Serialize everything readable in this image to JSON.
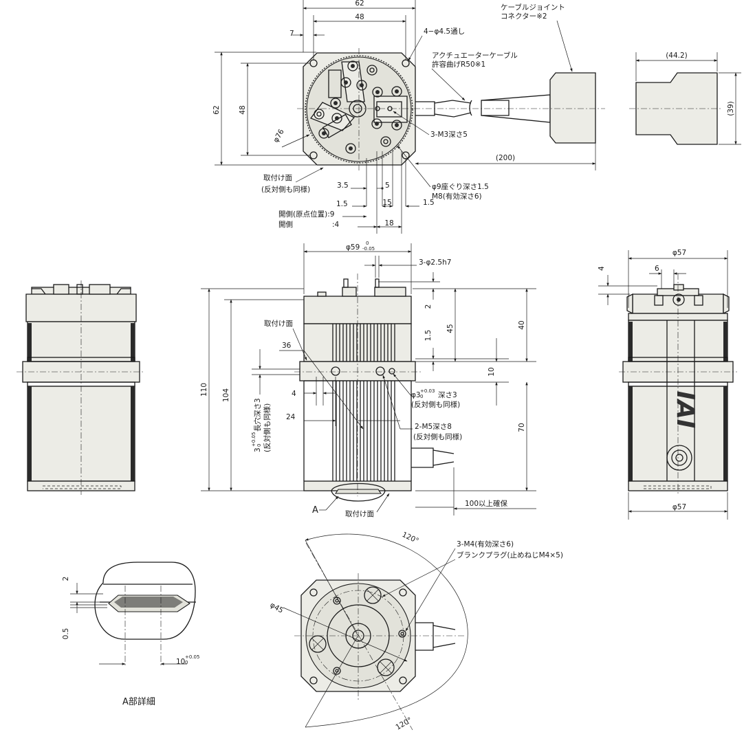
{
  "labels": {
    "d62_top": "62",
    "d48_top": "48",
    "d7": "7",
    "holes_4": "4−φ4.5通し",
    "cable_joint_l1": "ケーブルジョイント",
    "cable_joint_l2": "コネクター※2",
    "act_cable_l1": "アクチュエーターケーブル",
    "act_cable_l2": "許容曲げR50※1",
    "d62_left": "62",
    "d48_left": "48",
    "phi76": "φ76",
    "m3_depth": "3-M3深さ5",
    "d200": "(200)",
    "d44_2": "(44.2)",
    "d39": "(39)",
    "mount_face1": "取付け面",
    "opp_same1": "(反対側も同様)",
    "d3_5": "3.5",
    "d5": "5",
    "counterbore": "φ9座ぐり深さ1.5",
    "m8": "M8(有効深さ6)",
    "d1_5a": "1.5",
    "d15": "15",
    "d1_5b": "1.5",
    "open_side_origin": "開側(原点位置):9",
    "open_side": "開側",
    "d4_open": ":4",
    "d18": "18",
    "phi59": "φ59",
    "phi59_tol_up": "0",
    "phi59_tol_lo": "-0.05",
    "phi2_5h7": "3-φ2.5h7",
    "mount_face2": "取付け面",
    "d36": "36",
    "d2": "2",
    "d1_5v": "1.5",
    "d45": "45",
    "d40": "40",
    "d10": "10",
    "d110": "110",
    "d104": "104",
    "d4_side": "4",
    "d24": "24",
    "phi3_hole": "φ3",
    "phi3_tol_up": "+0.03",
    "phi3_tol_lo": "0",
    "phi3_depth": "深さ3",
    "opp_same2": "(反対側も同様)",
    "m5": "2-M5深さ8",
    "opp_same3": "(反対側も同様)",
    "d70": "70",
    "slot_l1": "3",
    "slot_tol_up": "+0.05",
    "slot_tol_lo": "0",
    "slot_l2": "長穴深さ3",
    "slot_l3": "(反対側も同様)",
    "label_a": "A",
    "mount_face3": "取付け面",
    "clearance": "100以上確保",
    "phi57_top": "φ57",
    "d4_right": "4",
    "d6_right": "6",
    "phi57_bottom": "φ57",
    "logo_text": "IAI",
    "d2_detail": "2",
    "d0_5_detail": "0.5",
    "d10_detail": "10",
    "d10_tol_up": "+0.05",
    "d10_tol_lo": "0",
    "detail_a": "A部詳細",
    "angle120_top": "120°",
    "m4": "3-M4(有効深さ6)",
    "blank_plug": "ブランクプラグ(止めねじM4×5)",
    "phi45": "φ45",
    "angle120_bottom": "120°"
  },
  "colors": {
    "line": "#1a1a1a",
    "body_fill": "#ecece6",
    "body_fill_dark": "#e2e2da",
    "dark_band": "#2a2a2a",
    "background": "#ffffff"
  }
}
